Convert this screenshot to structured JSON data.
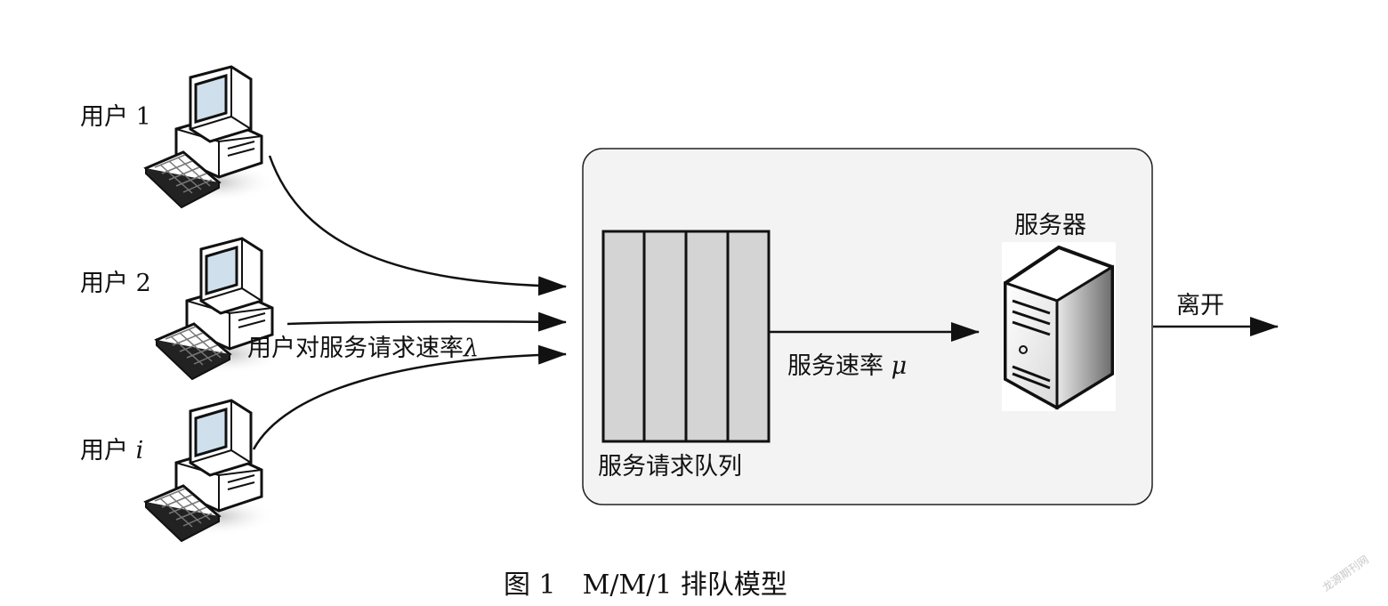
{
  "users": [
    {
      "label": "用户",
      "index": "1"
    },
    {
      "label": "用户",
      "index": "2"
    },
    {
      "label": "用户",
      "index": "i"
    }
  ],
  "arrival_rate_label": "用户对服务请求速率",
  "arrival_symbol": "λ",
  "queue_label": "服务请求队列",
  "service_rate_label": "服务速率",
  "service_symbol": "μ",
  "server_label": "服务器",
  "depart_label": "离开",
  "caption": "图 1　M/M/1 排队模型",
  "watermark": "龙源期刊网",
  "icons": [
    "computer-icon",
    "server-icon"
  ]
}
